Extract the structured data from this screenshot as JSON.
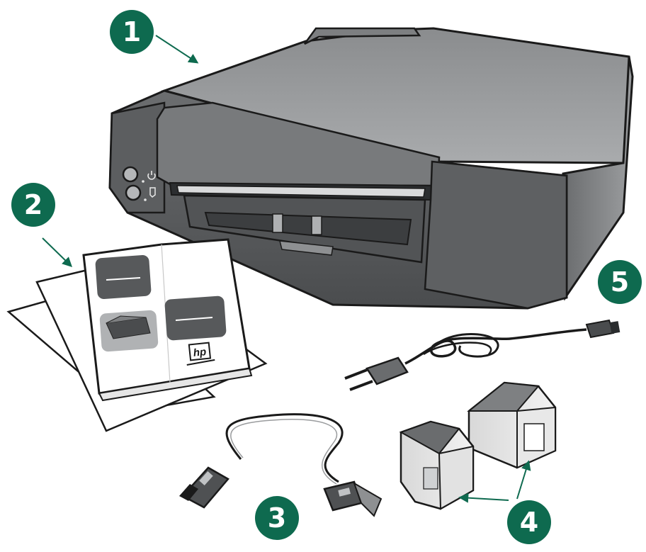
{
  "diagram": {
    "callouts": [
      {
        "number": "1",
        "part": "printer"
      },
      {
        "number": "2",
        "part": "documentation"
      },
      {
        "number": "3",
        "part": "usb-cable"
      },
      {
        "number": "4",
        "part": "print-cartridges"
      },
      {
        "number": "5",
        "part": "power-cord"
      }
    ],
    "accent_color": "#0e6a4f",
    "logo_text": "hp"
  }
}
